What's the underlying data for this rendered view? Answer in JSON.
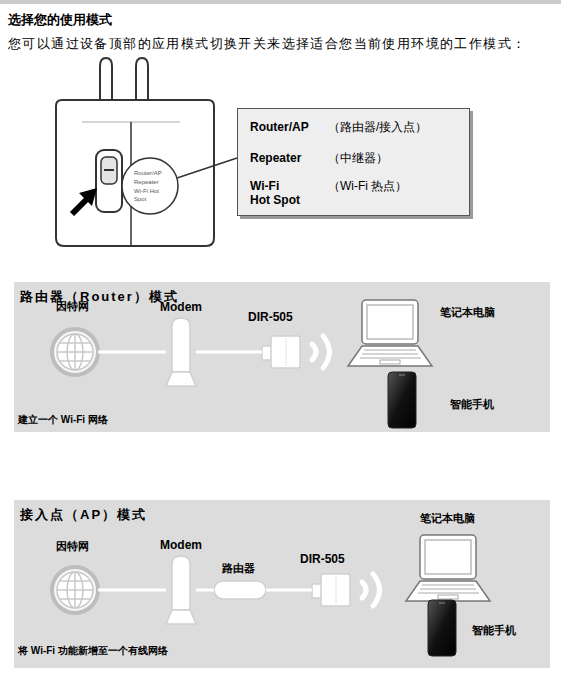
{
  "diagram": {
    "title": "选择您的使用模式",
    "nodes": [
      {
        "text": [
          "Router/AP",
          "（路由器/接入点）",
          "Repeater",
          "（中继器）",
          "Wi-Fi Hot Spot",
          "（Wi-Fi 热点）"
        ]
      },
      {
        "text": [
          "路由器（Router）模式",
          "建立一个 Wi-Fi 网络"
        ]
      },
      {
        "text": [
          "因特网"
        ],
        "in": 1
      },
      {
        "text": [
          "Modem"
        ],
        "in": 1
      },
      {
        "text": [
          "DIR-505"
        ],
        "in": 1
      },
      {
        "text": [
          "笔记本电脑"
        ],
        "in": 1
      },
      {
        "text": [
          "智能手机"
        ],
        "in": 1
      },
      {
        "text": [
          "接入点（AP）模式",
          "将 Wi-Fi 功能新增至一个有线网络"
        ]
      },
      {
        "text": [
          "因特网"
        ],
        "in": 7
      },
      {
        "text": [
          "Modem"
        ],
        "in": 7
      },
      {
        "text": [
          "路由器"
        ],
        "in": 7
      },
      {
        "text": [
          "DIR-505"
        ],
        "in": 7
      },
      {
        "text": [
          "笔记本电脑"
        ],
        "in": 7
      },
      {
        "text": [
          "智能手机"
        ],
        "in": 7
      }
    ],
    "edges": [
      {
        "from": 2,
        "to": 3,
        "arrow": "none"
      },
      {
        "from": 3,
        "to": 4,
        "arrow": "none"
      },
      {
        "from": 8,
        "to": 9,
        "arrow": "none"
      },
      {
        "from": 9,
        "to": 10,
        "arrow": "none"
      },
      {
        "from": 10,
        "to": 11,
        "arrow": "none"
      }
    ],
    "labels": [
      "您可以通过设备顶部的应用模式切换开关来选择适合您当前使用环境的工作模式：",
      "Router/AP",
      "Repeater",
      "Wi-Fi Hot Spot"
    ]
  }
}
